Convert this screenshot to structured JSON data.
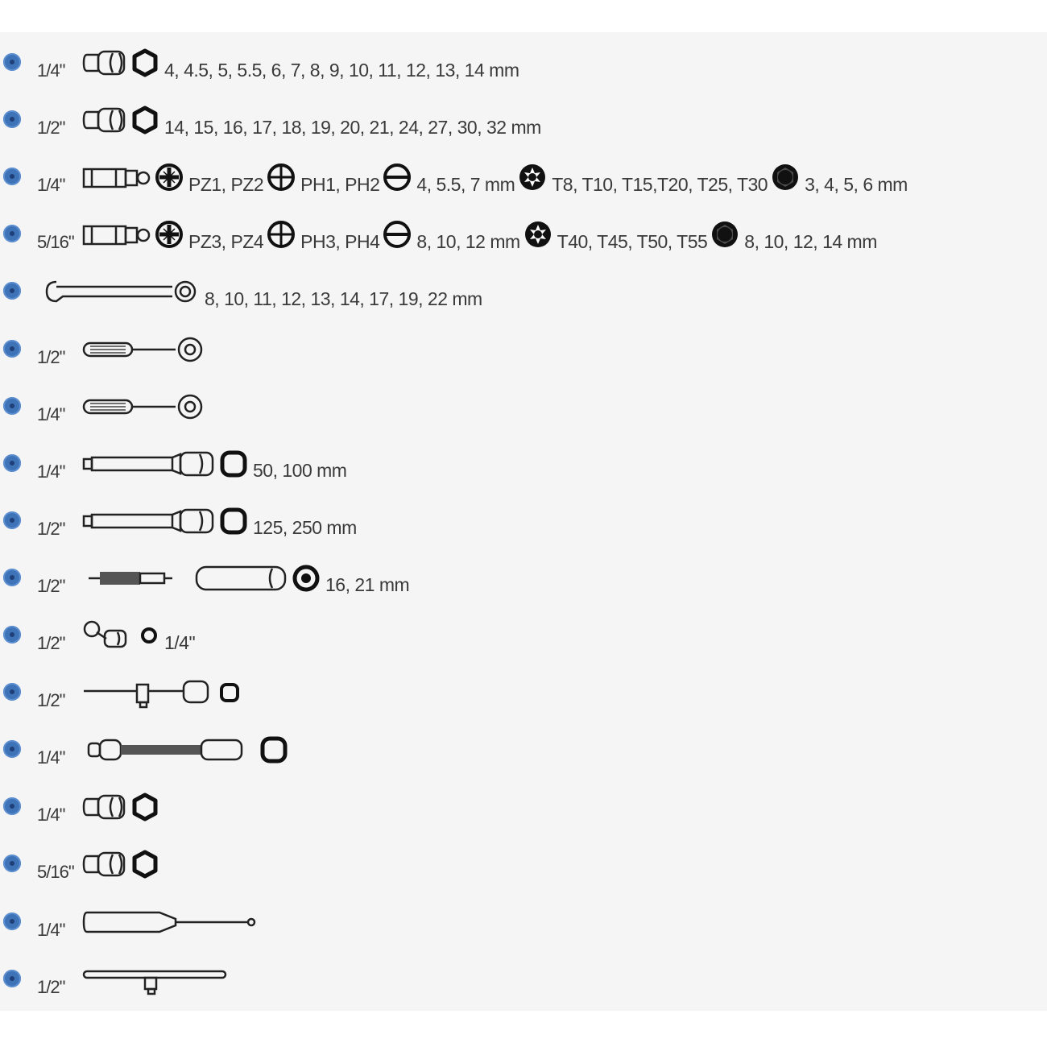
{
  "rows": [
    {
      "size": "1/4\"",
      "segments": [
        {
          "icon": "socket",
          "text": ""
        },
        {
          "icon": "hex-ring",
          "text": "4, 4.5, 5, 5.5, 6, 7, 8, 9, 10, 11, 12, 13, 14 mm"
        }
      ]
    },
    {
      "size": "1/2\"",
      "segments": [
        {
          "icon": "socket",
          "text": ""
        },
        {
          "icon": "hex-ring",
          "text": "14, 15, 16, 17, 18, 19, 20, 21, 24, 27, 30, 32 mm"
        }
      ]
    },
    {
      "size": "1/4\"",
      "segments": [
        {
          "icon": "bit-holder",
          "text": ""
        },
        {
          "icon": "pozi",
          "text": "PZ1, PZ2"
        },
        {
          "icon": "phillips",
          "text": "PH1, PH2"
        },
        {
          "icon": "slot",
          "text": "4, 5.5, 7 mm"
        },
        {
          "icon": "torx",
          "text": "T8, T10, T15,T20, T25, T30"
        },
        {
          "icon": "hex-bit",
          "text": "3, 4, 5, 6 mm"
        }
      ]
    },
    {
      "size": "5/16\"",
      "segments": [
        {
          "icon": "bit-holder",
          "text": ""
        },
        {
          "icon": "pozi",
          "text": "PZ3, PZ4"
        },
        {
          "icon": "phillips",
          "text": "PH3, PH4"
        },
        {
          "icon": "slot",
          "text": "8, 10, 12 mm"
        },
        {
          "icon": "torx",
          "text": "T40, T45, T50, T55"
        },
        {
          "icon": "hex-bit",
          "text": "8, 10, 12, 14 mm"
        }
      ]
    },
    {
      "size": "",
      "segments": [
        {
          "icon": "wrench",
          "text": "8, 10, 11, 12, 13, 14, 17, 19, 22 mm"
        }
      ]
    },
    {
      "size": "1/2\"",
      "segments": [
        {
          "icon": "ratchet",
          "text": ""
        }
      ]
    },
    {
      "size": "1/4\"",
      "segments": [
        {
          "icon": "ratchet",
          "text": ""
        }
      ]
    },
    {
      "size": "1/4\"",
      "segments": [
        {
          "icon": "extension",
          "text": ""
        },
        {
          "icon": "square-ring",
          "text": "50, 100 mm"
        }
      ]
    },
    {
      "size": "1/2\"",
      "segments": [
        {
          "icon": "extension",
          "text": ""
        },
        {
          "icon": "square-ring",
          "text": "125, 250 mm"
        }
      ]
    },
    {
      "size": "1/2\"",
      "segments": [
        {
          "icon": "spark-plug",
          "text": ""
        },
        {
          "icon": "long-socket",
          "text": ""
        },
        {
          "icon": "dot-ring",
          "text": "16, 21 mm"
        }
      ]
    },
    {
      "size": "1/2\"",
      "segments": [
        {
          "icon": "u-joint",
          "text": ""
        },
        {
          "icon": "small-ring",
          "text": "1/4\""
        }
      ]
    },
    {
      "size": "1/2\"",
      "segments": [
        {
          "icon": "sliding-adapter",
          "text": ""
        },
        {
          "icon": "small-square",
          "text": ""
        }
      ]
    },
    {
      "size": "1/4\"",
      "segments": [
        {
          "icon": "flex-extension",
          "text": ""
        },
        {
          "icon": "square-ring",
          "text": ""
        }
      ]
    },
    {
      "size": "1/4\"",
      "segments": [
        {
          "icon": "socket",
          "text": ""
        },
        {
          "icon": "hex-ring",
          "text": ""
        }
      ]
    },
    {
      "size": "5/16\"",
      "segments": [
        {
          "icon": "socket",
          "text": ""
        },
        {
          "icon": "hex-ring",
          "text": ""
        }
      ]
    },
    {
      "size": "1/4\"",
      "segments": [
        {
          "icon": "screwdriver-handle",
          "text": ""
        }
      ]
    },
    {
      "size": "1/2\"",
      "segments": [
        {
          "icon": "t-bar",
          "text": ""
        }
      ]
    }
  ],
  "colors": {
    "bullet": "#3f73b8",
    "panel": "#f5f5f5",
    "text": "#3a3a3a"
  }
}
